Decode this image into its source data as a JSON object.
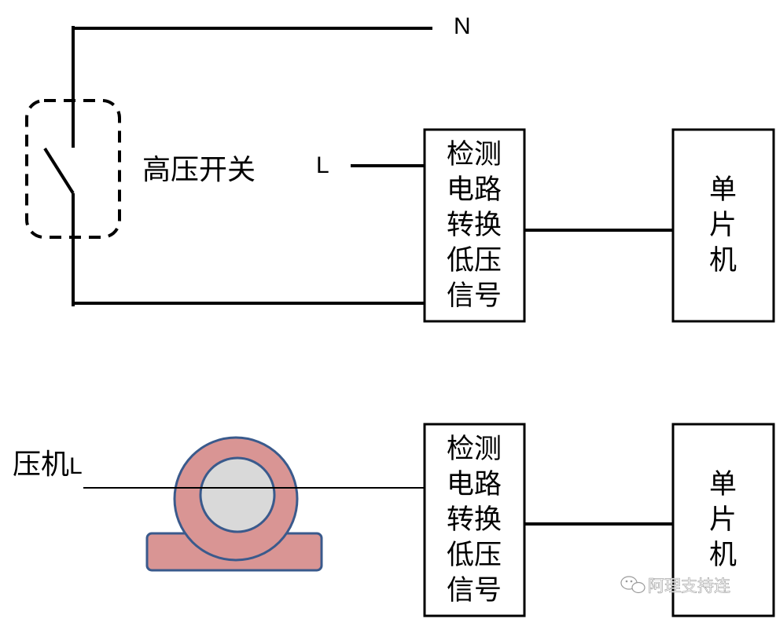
{
  "top_circuit": {
    "neutral_label": "N",
    "live_label": "L",
    "switch_label": "高压开关",
    "detect_box_lines": [
      "检测",
      "电路",
      "转换",
      "低压",
      "信号"
    ],
    "mcu_box_lines": [
      "单",
      "片",
      "机"
    ]
  },
  "bottom_circuit": {
    "compressor_label": "压机",
    "live_label": "L",
    "detect_box_lines": [
      "检测",
      "电路",
      "转换",
      "低压",
      "信号"
    ],
    "mcu_box_lines": [
      "单",
      "片",
      "机"
    ]
  },
  "colors": {
    "line": "#000000",
    "transformer_ring_fill": "#d99594",
    "transformer_ring_stroke": "#3a5a8c",
    "transformer_core_fill": "#d9d9d9",
    "watermark": "#9a9a9a"
  },
  "icons": {
    "watermark_icon": "wechat-icon",
    "switch_icon": "high-voltage-switch-symbol",
    "sensor_icon": "current-transformer-ring"
  },
  "watermark": {
    "text": "阿理支持连"
  }
}
